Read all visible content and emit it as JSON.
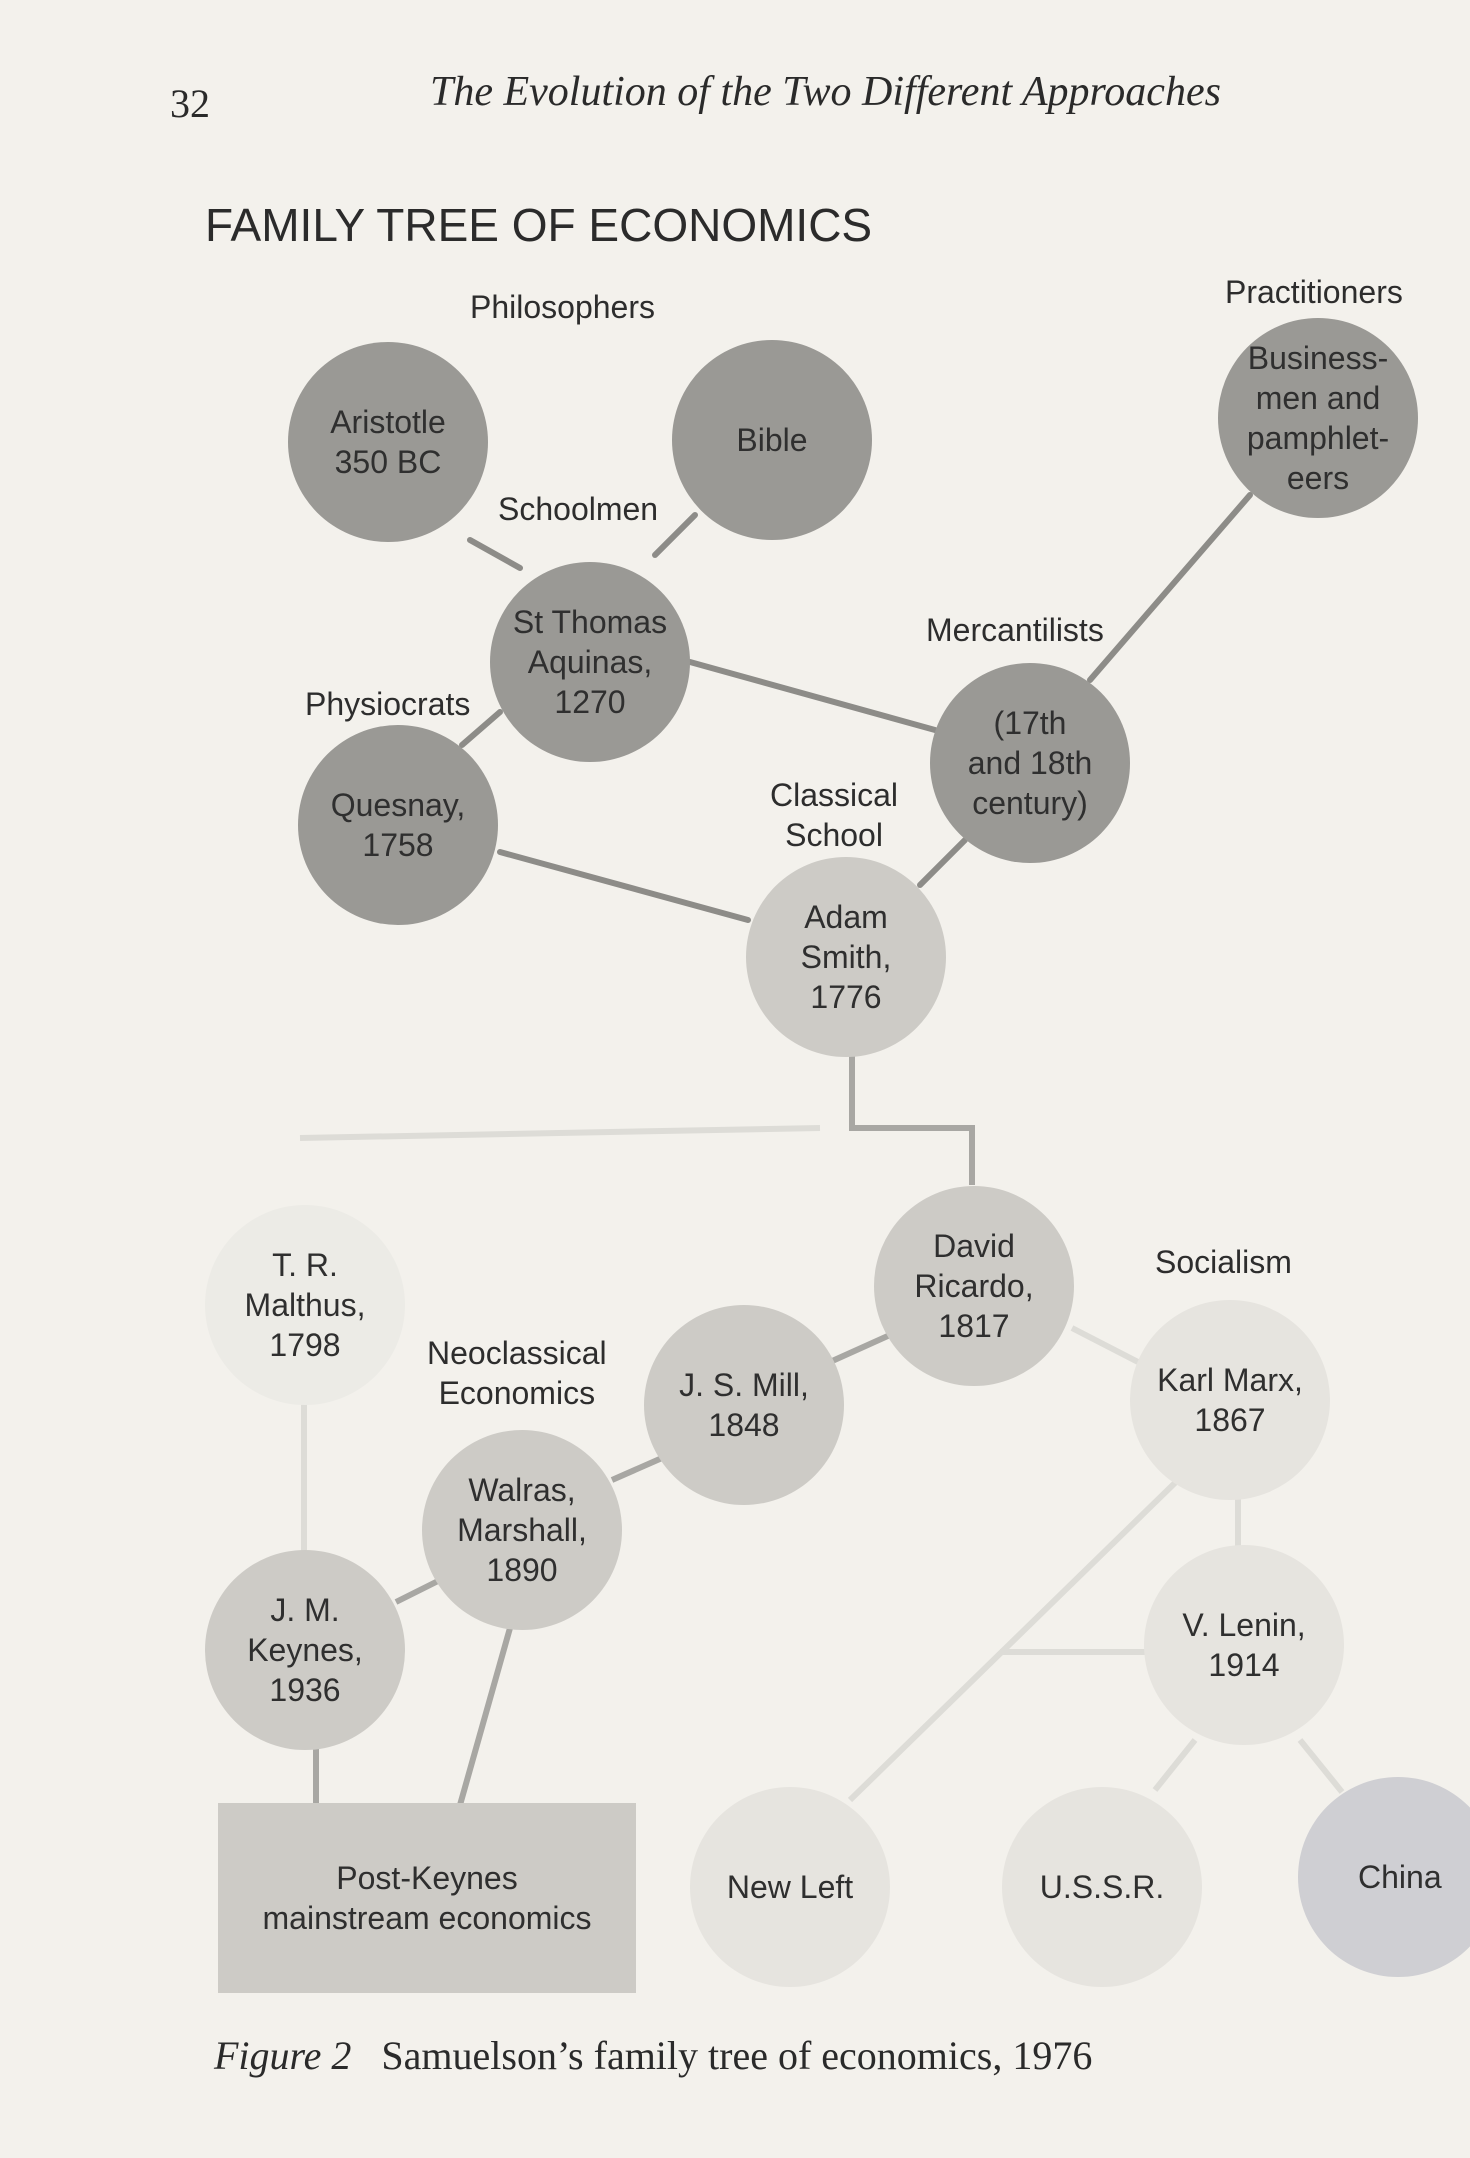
{
  "page_number": "32",
  "running_head": "The Evolution of the Two Different Approaches",
  "diagram_title": "FAMILY TREE OF ECONOMICS",
  "caption": {
    "label": "Figure 2",
    "text": "Samuelson’s family tree of economics, 1976"
  },
  "group_labels": {
    "philosophers": "Philosophers",
    "practitioners": "Practitioners",
    "schoolmen": "Schoolmen",
    "physiocrats": "Physiocrats",
    "mercantilists": "Mercantilists",
    "classical_school": "Classical\nSchool",
    "neoclassical": "Neoclassical\nEconomics",
    "socialism": "Socialism"
  },
  "nodes": {
    "aristotle": "Aristotle\n350 BC",
    "bible": "Bible",
    "business": "Business-\nmen and\npamphlet-\neers",
    "aquinas": "St Thomas\nAquinas,\n1270",
    "mercantilists": "(17th\nand 18th\ncentury)",
    "quesnay": "Quesnay,\n1758",
    "smith": "Adam\nSmith,\n1776",
    "ricardo": "David\nRicardo,\n1817",
    "malthus": "T. R.\nMalthus,\n1798",
    "mill": "J. S. Mill,\n1848",
    "marx": "Karl Marx,\n1867",
    "walras": "Walras,\nMarshall,\n1890",
    "keynes": "J. M.\nKeynes,\n1936",
    "lenin": "V. Lenin,\n1914",
    "post_keynes": "Post-Keynes\nmainstream economics",
    "new_left": "New Left",
    "ussr": "U.S.S.R.",
    "china": "China"
  }
}
